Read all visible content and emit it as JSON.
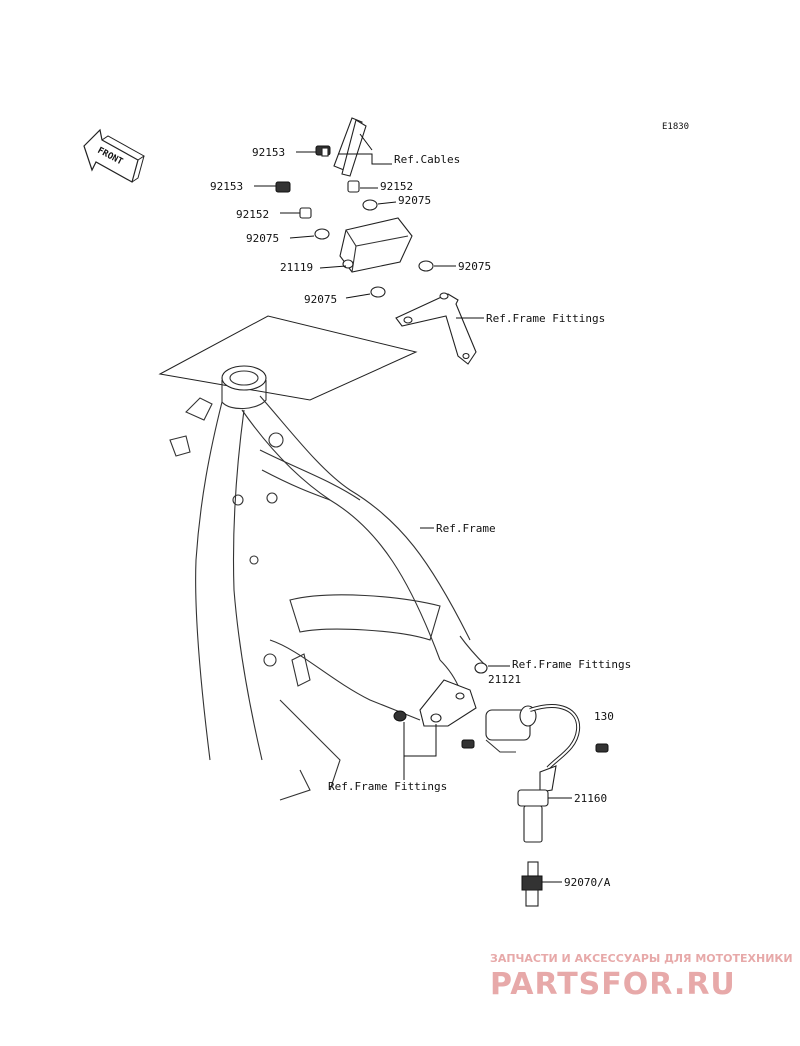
{
  "diagram_code": "E1830",
  "front_arrow_label": "FRONT",
  "callouts": {
    "p92153_top": "92153",
    "ref_cables": "Ref.Cables",
    "p92153_mid": "92153",
    "p92152_right": "92152",
    "p92075_right_top": "92075",
    "p92152_left": "92152",
    "p92075_left": "92075",
    "p21119": "21119",
    "p92075_right": "92075",
    "p92075_lower": "92075",
    "ref_frame_fittings_top": "Ref.Frame Fittings",
    "ref_frame": "Ref.Frame",
    "ref_frame_fittings_mid": "Ref.Frame Fittings",
    "p21121": "21121",
    "p130": "130",
    "ref_frame_fittings_bottom": "Ref.Frame Fittings",
    "p21160": "21160",
    "p92070a": "92070/A"
  },
  "watermark": {
    "tagline": "ЗАПЧАСТИ И АКСЕССУАРЫ ДЛЯ МОТОТЕХНИКИ",
    "logo": "PARTSFOR.RU"
  }
}
